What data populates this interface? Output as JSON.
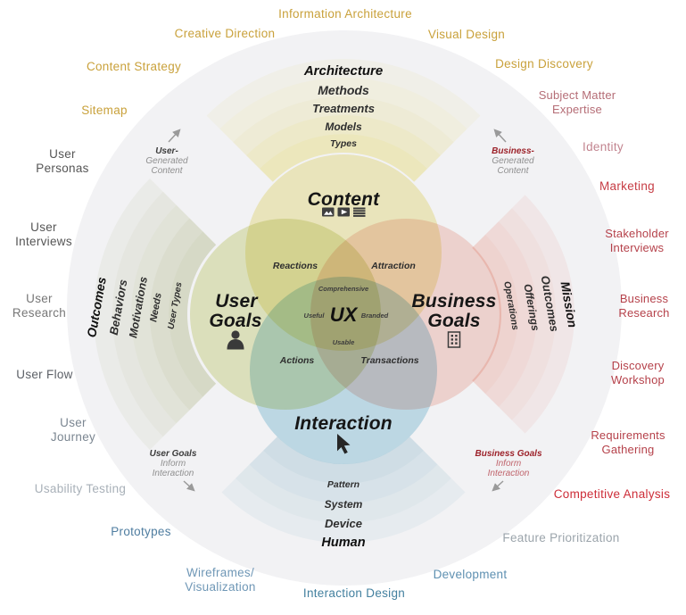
{
  "palette": {
    "gold": "#c9a13b",
    "rose": "#b56d76",
    "rose_light": "#c2848f",
    "red": "#b5414a",
    "red_marketing": "#c63c44",
    "red_bright": "#cd2d38",
    "gray_dark": "#555555",
    "gray_mid": "#777777",
    "gray_slate": "#5c6067",
    "gray_blue": "#7b8691",
    "gray_light": "#a8b0b8",
    "gray_feature": "#9ba4ab",
    "blue_prototypes": "#4f7da0",
    "blue_wireframes": "#6f97b6",
    "blue_interaction": "#43809f",
    "blue_development": "#5e90b1",
    "ann_dark": "#3c3c3c",
    "ann_red": "#9c2129",
    "ann_gray": "#8f8f8f",
    "red_soft": "#c0646c",
    "content_fill": "#f6f1c4",
    "user_fill": "#e7ebc4",
    "business_fill": "#f9ddd7",
    "interaction_fill": "#c6e3ee"
  },
  "venn": {
    "ux": "UX",
    "qualities": {
      "top": "Comprehensive",
      "left": "Useful",
      "right": "Branded",
      "bottom": "Usable"
    },
    "content": {
      "title": "Content",
      "layers": [
        "Architecture",
        "Methods",
        "Treatments",
        "Models",
        "Types"
      ]
    },
    "user": {
      "title_line1": "User",
      "title_line2": "Goals",
      "layers": [
        "Outcomes",
        "Behaviors",
        "Motivations",
        "Needs",
        "User Types"
      ]
    },
    "business": {
      "title_line1": "Business",
      "title_line2": "Goals",
      "layers": [
        "Mission",
        "Outcomes",
        "Offerings",
        "Operations"
      ]
    },
    "interaction": {
      "title": "Interaction",
      "layers": [
        "Pattern",
        "System",
        "Device",
        "Human"
      ]
    },
    "overlaps": {
      "content_user": "Reactions",
      "content_business": "Attraction",
      "user_interaction": "Actions",
      "business_interaction": "Transactions"
    }
  },
  "annotations": {
    "user_generated_content": {
      "lead": "User-",
      "line2": "Generated",
      "line3": "Content"
    },
    "business_generated_content": {
      "lead": "Business-",
      "line2": "Generated",
      "line3": "Content"
    },
    "user_goals_inform": {
      "lead": "User Goals",
      "line2": "Inform",
      "line3": "Interaction"
    },
    "business_goals_inform": {
      "lead": "Business Goals",
      "line2": "Inform",
      "line3": "Interaction"
    }
  },
  "orbit": {
    "information_architecture": "Information Architecture",
    "creative_direction": "Creative Direction",
    "visual_design": "Visual Design",
    "content_strategy": "Content Strategy",
    "design_discovery": "Design Discovery",
    "sitemap": "Sitemap",
    "subject_matter_line1": "Subject Matter",
    "subject_matter_line2": "Expertise",
    "identity": "Identity",
    "marketing": "Marketing",
    "stakeholder_line1": "Stakeholder",
    "stakeholder_line2": "Interviews",
    "business_research_line1": "Business",
    "business_research_line2": "Research",
    "discovery_workshop_line1": "Discovery",
    "discovery_workshop_line2": "Workshop",
    "requirements_line1": "Requirements",
    "requirements_line2": "Gathering",
    "competitive_analysis": "Competitive Analysis",
    "feature_prioritization": "Feature Prioritization",
    "development": "Development",
    "interaction_design": "Interaction Design",
    "wireframes_line1": "Wireframes/",
    "wireframes_line2": "Visualization",
    "prototypes": "Prototypes",
    "usability_testing": "Usability Testing",
    "user_journey_line1": "User",
    "user_journey_line2": "Journey",
    "user_flow": "User Flow",
    "user_research_line1": "User",
    "user_research_line2": "Research",
    "user_interviews_line1": "User",
    "user_interviews_line2": "Interviews",
    "user_personas_line1": "User",
    "user_personas_line2": "Personas"
  },
  "icons": {
    "content_media": [
      "image-icon",
      "play-icon",
      "list-icon"
    ],
    "user_goals": "person-icon",
    "business_goals": "building-icon",
    "interaction": "cursor-icon"
  }
}
